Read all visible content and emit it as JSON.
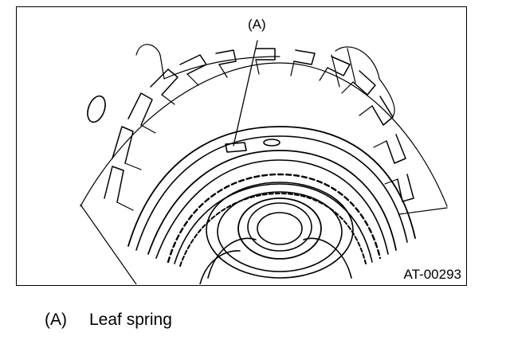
{
  "figure": {
    "callout": "(A)",
    "code": "AT-00293"
  },
  "caption": {
    "key": "(A)",
    "text": "Leaf spring"
  }
}
